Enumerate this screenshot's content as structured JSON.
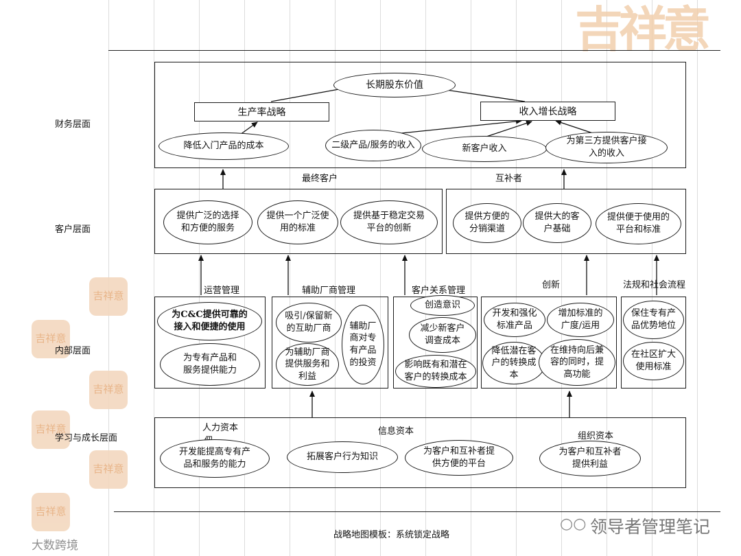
{
  "watermark": {
    "top_right": "吉祥意",
    "stamp": "吉祥意",
    "brand_bottom_left": "大数跨境",
    "brand_bottom_right": "领导者管理笔记"
  },
  "layers": {
    "financial": "财务层面",
    "customer": "客户层面",
    "internal": "内部层面",
    "learning": "学习与成长层面"
  },
  "financial": {
    "top": "长期股东价值",
    "productivity": "生产率战略",
    "growth": "收入增长战略",
    "reduce_cost": "降低入门产品的成本",
    "secondary_revenue": "二级产品/服务的收入",
    "new_customer": "新客户收入",
    "third_party": "为第三方提供客户接入的收入"
  },
  "customer": {
    "end_customer_label": "最终客户",
    "complementor_label": "互补者",
    "items_left": [
      "提供广泛的选择和方便的服务",
      "提供一个广泛使用的标准",
      "提供基于稳定交易平台的创新"
    ],
    "items_right": [
      "提供方便的分销渠道",
      "提供大的客户基础",
      "提供便于使用的平台和标准"
    ]
  },
  "internal": {
    "operations_label": "运营管理",
    "vendor_label": "辅助厂商管理",
    "crm_label": "客户关系管理",
    "innovation_label": "创新",
    "regulatory_label": "法规和社会流程",
    "operations": [
      "为C&C提供可靠的接入和便捷的使用",
      "为专有产品和服务提供能力"
    ],
    "vendor": [
      "吸引/保留新的互助厂商",
      "为辅助厂商提供服务和利益",
      "辅助厂商对专有产品的投资"
    ],
    "crm": [
      "创造意识",
      "减少新客户调查成本",
      "影响既有和潜在客户的转换成本"
    ],
    "innovation": [
      "开发和强化标准产品",
      "增加标准的广度/运用",
      "降低潜在客户的转换成本",
      "在维持向后兼容的同时，提高功能"
    ],
    "regulatory": [
      "保住专有产品优势地位",
      "在社区扩大使用标准"
    ]
  },
  "learning": {
    "human_label": "人力资本",
    "human_extra": "佃",
    "info_label": "信息资本",
    "org_label": "组织资本",
    "items": [
      "开发能提高专有产品和服务的能力",
      "拓展客户行为知识",
      "为客户和互补者提供方便的平台",
      "为客户和互补者提供利益"
    ]
  },
  "caption": "战略地图模板：系统锁定战略"
}
